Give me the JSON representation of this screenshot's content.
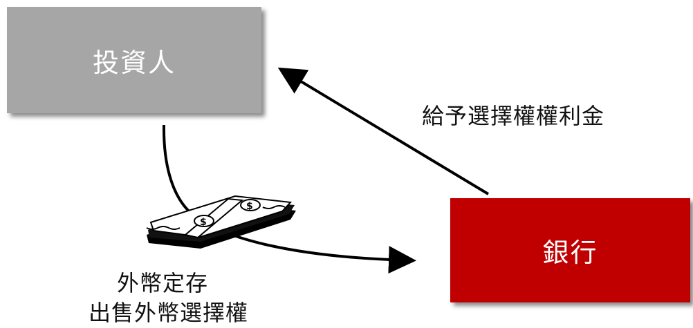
{
  "investor": {
    "label": "投資人",
    "color": "#a6a6a6"
  },
  "bank": {
    "label": "銀行",
    "color": "#c00000"
  },
  "labels": {
    "premium": "給予選擇權權利金",
    "deposit": "外幣定存",
    "sell_option": "出售外幣選擇權"
  },
  "icons": {
    "money": "money-stack-icon"
  }
}
